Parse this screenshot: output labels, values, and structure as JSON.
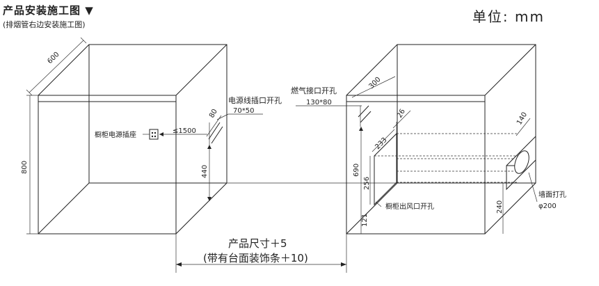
{
  "header": {
    "title": "产品安装施工图 ▼",
    "subtitle": "(排烟管右边安装施工图)",
    "unit": "单位: mm"
  },
  "left_cabinet": {
    "depth": "600",
    "height": "800",
    "socket_label": "橱柜电源插座",
    "socket_distance": "≤1500",
    "hole_title": "电源线插口开孔",
    "hole_size": "70*50",
    "hole_offset": "80",
    "hole_height": "440"
  },
  "right_cabinet": {
    "gas_title": "燃气接口开孔",
    "gas_size": "130*80",
    "depth_300": "300",
    "dim_26": "26",
    "dim_233": "233",
    "dim_690": "690",
    "dim_256": "256",
    "dim_121": "121",
    "vent_label": "橱柜出风口开孔",
    "dim_140": "140",
    "dim_240": "240",
    "wall_hole_label": "墙面打孔",
    "wall_hole_size": "φ200"
  },
  "bottom": {
    "product_size": "产品尺寸＋5",
    "with_trim": "(带有台面装饰条＋10)"
  }
}
